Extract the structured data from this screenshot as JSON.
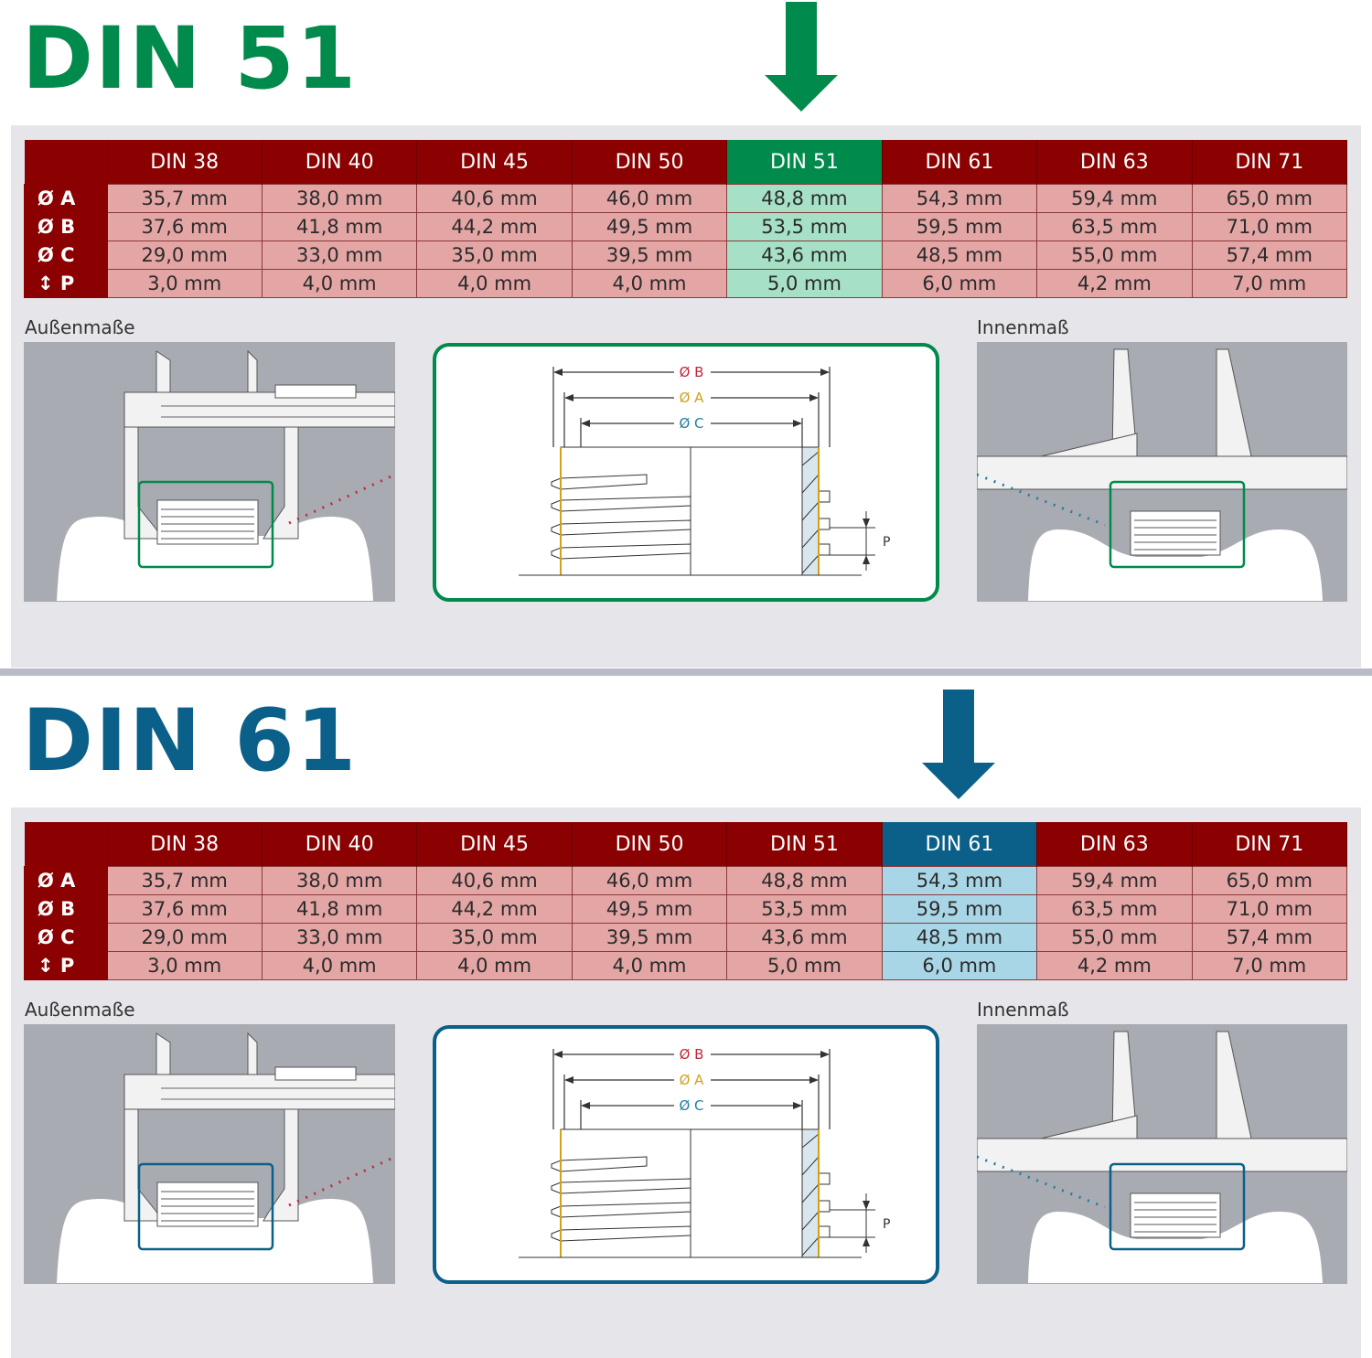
{
  "sections": [
    {
      "title": "DIN 51",
      "accent": "#008a4b",
      "highlight_fill": "#a6e0c6",
      "highlight_index": 4,
      "outer_caption": "Außenmaße",
      "inner_caption": "Innenmaß",
      "labels": {
        "b": "Ø B",
        "a": "Ø A",
        "c": "Ø C",
        "p": "P"
      }
    },
    {
      "title": "DIN 61",
      "accent": "#0a6088",
      "highlight_fill": "#a9d6e6",
      "highlight_index": 5,
      "outer_caption": "Außenmaße",
      "inner_caption": "Innenmaß",
      "labels": {
        "b": "Ø B",
        "a": "Ø A",
        "c": "Ø C",
        "p": "P"
      }
    }
  ],
  "table": {
    "columns": [
      "DIN 38",
      "DIN 40",
      "DIN 45",
      "DIN 50",
      "DIN 51",
      "DIN 61",
      "DIN 63",
      "DIN 71"
    ],
    "rows": [
      {
        "label": "Ø A",
        "values": [
          "35,7 mm",
          "38,0 mm",
          "40,6 mm",
          "46,0 mm",
          "48,8 mm",
          "54,3 mm",
          "59,4 mm",
          "65,0 mm"
        ]
      },
      {
        "label": "Ø B",
        "values": [
          "37,6 mm",
          "41,8 mm",
          "44,2 mm",
          "49,5 mm",
          "53,5 mm",
          "59,5 mm",
          "63,5 mm",
          "71,0 mm"
        ]
      },
      {
        "label": "Ø C",
        "values": [
          "29,0 mm",
          "33,0 mm",
          "35,0 mm",
          "39,5 mm",
          "43,6 mm",
          "48,5 mm",
          "55,0 mm",
          "57,4 mm"
        ]
      },
      {
        "label": "↕ P",
        "values": [
          "3,0 mm",
          "4,0 mm",
          "4,0 mm",
          "4,0 mm",
          "5,0 mm",
          "6,0 mm",
          "4,2 mm",
          "7,0 mm"
        ]
      }
    ]
  },
  "colors": {
    "header_red": "#8b0000",
    "cell_pink": "#e4a5a5",
    "dim_b": "#c0283c",
    "dim_a": "#d4a017",
    "dim_c": "#1f7fa6"
  }
}
